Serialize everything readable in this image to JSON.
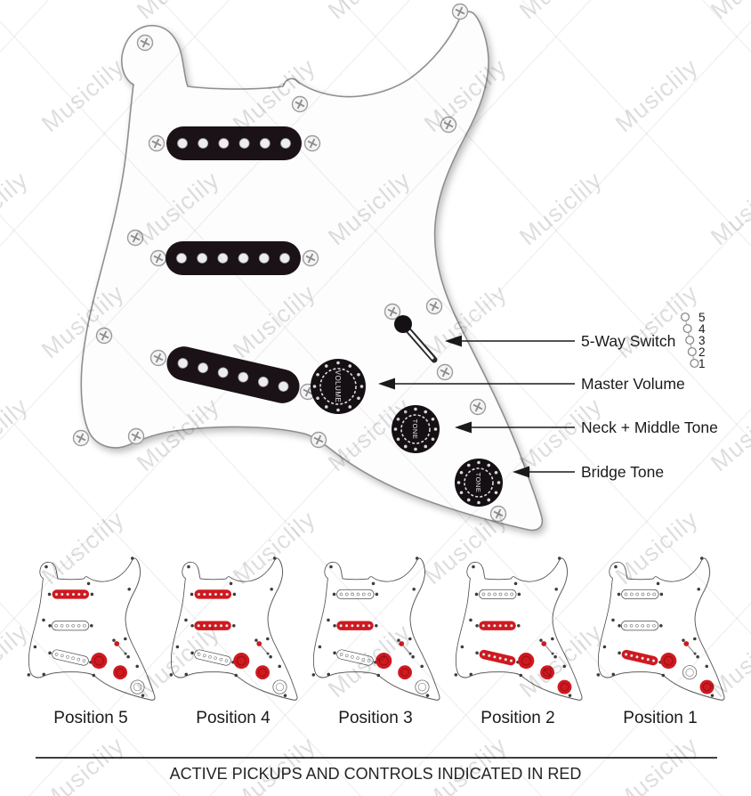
{
  "watermark": {
    "text": "Musiclily"
  },
  "diagram": {
    "callouts": [
      {
        "id": "switch",
        "label": "5-Way Switch"
      },
      {
        "id": "volume",
        "label": "Master Volume"
      },
      {
        "id": "tone1",
        "label": "Neck + Middle Tone"
      },
      {
        "id": "tone2",
        "label": "Bridge Tone"
      }
    ],
    "knobs": [
      {
        "id": "volume",
        "label": "VOLUME"
      },
      {
        "id": "tone1",
        "label": "TONE"
      },
      {
        "id": "tone2",
        "label": "TONE"
      }
    ],
    "switch_scale": [
      "5",
      "4",
      "3",
      "2",
      "1"
    ]
  },
  "positions": [
    {
      "label": "Position 5",
      "active": {
        "neck": true,
        "middle": false,
        "bridge": false,
        "volume": true,
        "tone1": true,
        "tone2": false,
        "switch": true
      }
    },
    {
      "label": "Position 4",
      "active": {
        "neck": true,
        "middle": true,
        "bridge": false,
        "volume": true,
        "tone1": true,
        "tone2": false,
        "switch": true
      }
    },
    {
      "label": "Position 3",
      "active": {
        "neck": false,
        "middle": true,
        "bridge": false,
        "volume": true,
        "tone1": true,
        "tone2": false,
        "switch": true
      }
    },
    {
      "label": "Position 2",
      "active": {
        "neck": false,
        "middle": true,
        "bridge": true,
        "volume": true,
        "tone1": true,
        "tone2": true,
        "switch": true
      }
    },
    {
      "label": "Position 1",
      "active": {
        "neck": false,
        "middle": false,
        "bridge": true,
        "volume": true,
        "tone1": false,
        "tone2": true,
        "switch": true
      }
    }
  ],
  "footer": {
    "caption": "ACTIVE PICKUPS AND CONTROLS INDICATED IN RED"
  },
  "colors": {
    "active_red": "#d01920",
    "pickup_black": "#1a1216",
    "text": "#1a1a1a"
  }
}
